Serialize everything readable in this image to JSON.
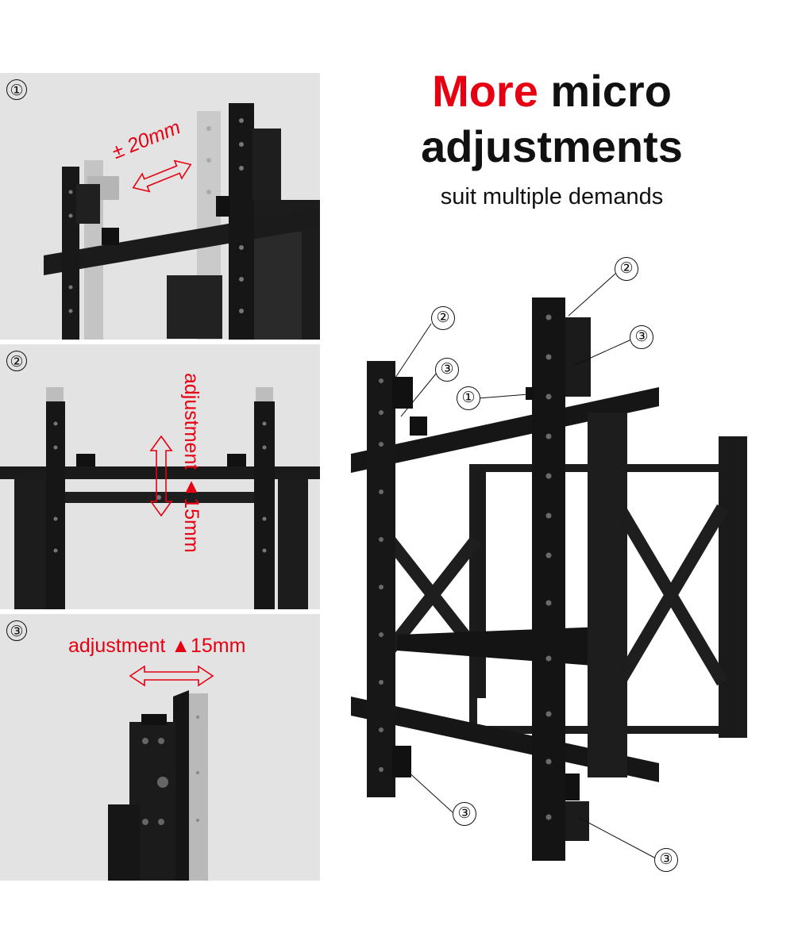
{
  "headline": {
    "accent": "More",
    "rest": " micro",
    "line2": "adjustments"
  },
  "subheadline": "suit multiple demands",
  "panels": [
    {
      "number": "①",
      "label": "± 20mm"
    },
    {
      "number": "②",
      "label": "adjustment ▲15mm"
    },
    {
      "number": "③",
      "label": "adjustment ▲15mm"
    }
  ],
  "callouts": [
    "②",
    "②",
    "③",
    "③",
    "①",
    "③",
    "③"
  ],
  "colors": {
    "accent": "#e60012",
    "panel_bg": "#e3e3e3",
    "metal": "#1a1a1a"
  }
}
